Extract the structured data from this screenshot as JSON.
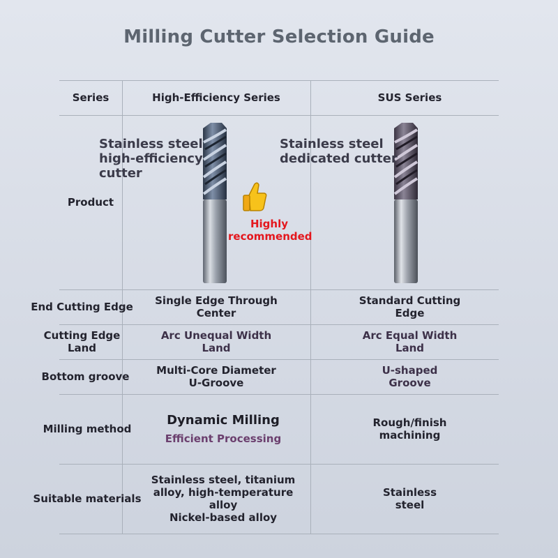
{
  "title": "Milling Cutter Selection Guide",
  "header": {
    "series_label": "Series",
    "col1": "High-Efficiency Series",
    "col2": "SUS Series"
  },
  "product": {
    "label": "Product",
    "col1_desc": [
      "Stainless steel",
      "high-efficiency",
      "cutter"
    ],
    "col2_desc": [
      "Stainless steel",
      "dedicated cutter"
    ],
    "badge": [
      "Highly",
      "recommended"
    ],
    "badge_color": "#e4171d"
  },
  "rows": [
    {
      "label": "End Cutting Edge",
      "col1": [
        "Single Edge Through",
        "Center"
      ],
      "col2": [
        "Standard Cutting",
        "Edge"
      ]
    },
    {
      "label": "Cutting Edge Land",
      "col1": [
        "Arc Unequal Width",
        "Land"
      ],
      "col2": [
        "Arc Equal Width",
        "Land"
      ]
    },
    {
      "label": "Bottom groove",
      "col1": [
        "Multi-Core Diameter",
        "U-Groove"
      ],
      "col2": [
        "U-shaped",
        "Groove"
      ]
    },
    {
      "label": "Milling method",
      "col1_main": "Dynamic Milling",
      "col1_sub": "Efficient Processing",
      "col2": [
        "Rough/finish",
        "machining"
      ]
    },
    {
      "label": "Suitable materials",
      "col1": [
        "Stainless steel, titanium",
        "alloy, high-temperature",
        "alloy",
        "Nickel-based alloy"
      ],
      "col2": [
        "Stainless",
        "steel"
      ]
    }
  ],
  "icons": {
    "thumb": "thumbs-up-icon",
    "cutter1": "end-mill-blue",
    "cutter2": "end-mill-purple"
  }
}
